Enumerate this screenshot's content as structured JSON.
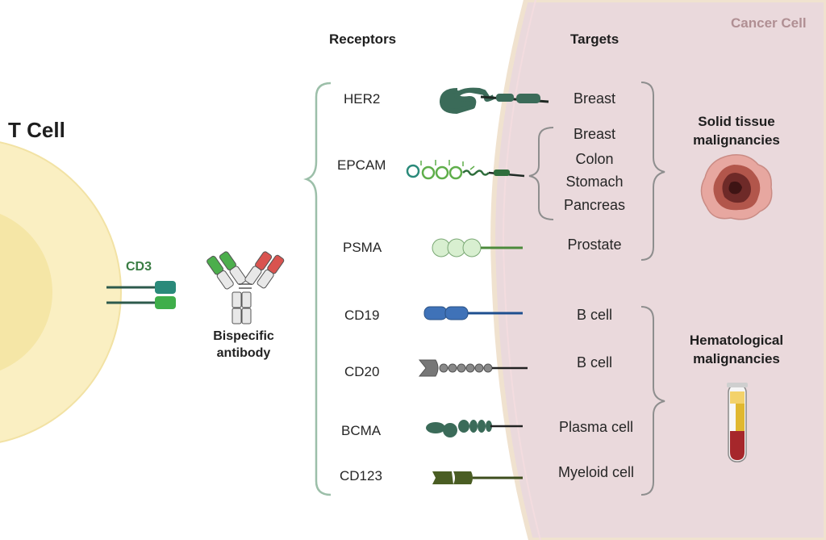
{
  "cancer_cell_label": "Cancer Cell",
  "t_cell_label": "T Cell",
  "cd3_label": "CD3",
  "antibody_label": "Bispecific antibody",
  "headers": {
    "receptors": "Receptors",
    "targets": "Targets"
  },
  "receptors": [
    {
      "name": "HER2",
      "targets": [
        "Breast"
      ]
    },
    {
      "name": "EPCAM",
      "targets": [
        "Breast",
        "Colon",
        "Stomach",
        "Pancreas"
      ]
    },
    {
      "name": "PSMA",
      "targets": [
        "Prostate"
      ]
    },
    {
      "name": "CD19",
      "targets": [
        "B cell"
      ]
    },
    {
      "name": "CD20",
      "targets": [
        "B cell"
      ]
    },
    {
      "name": "BCMA",
      "targets": [
        "Plasma cell"
      ]
    },
    {
      "name": "CD123",
      "targets": [
        "Myeloid cell"
      ]
    }
  ],
  "groups": {
    "solid": "Solid tissue malignancies",
    "heme": "Hematological malignancies"
  },
  "colors": {
    "cancer_fill": "#ead9dc",
    "cancer_label": "#b08f93",
    "t_cell_outer": "#faefc2",
    "t_cell_inner": "#f5e6a6",
    "bracket": "#9cbfa9",
    "her2": "#3b6b59",
    "epcam": "#2f6e3c",
    "psma": "#d8efd0",
    "cd19": "#3f72b8",
    "cd20": "#777777",
    "bcma": "#3b6b59",
    "cd123": "#4a5d23",
    "cd3_teal": "#2a8a7a",
    "cd3_green": "#3fae4a",
    "antibody_red": "#d9534f",
    "antibody_green": "#4cae4c"
  },
  "icons": {
    "tumor": "tumor-icon",
    "blood_tube": "blood-tube-icon",
    "antibody": "antibody-icon"
  }
}
